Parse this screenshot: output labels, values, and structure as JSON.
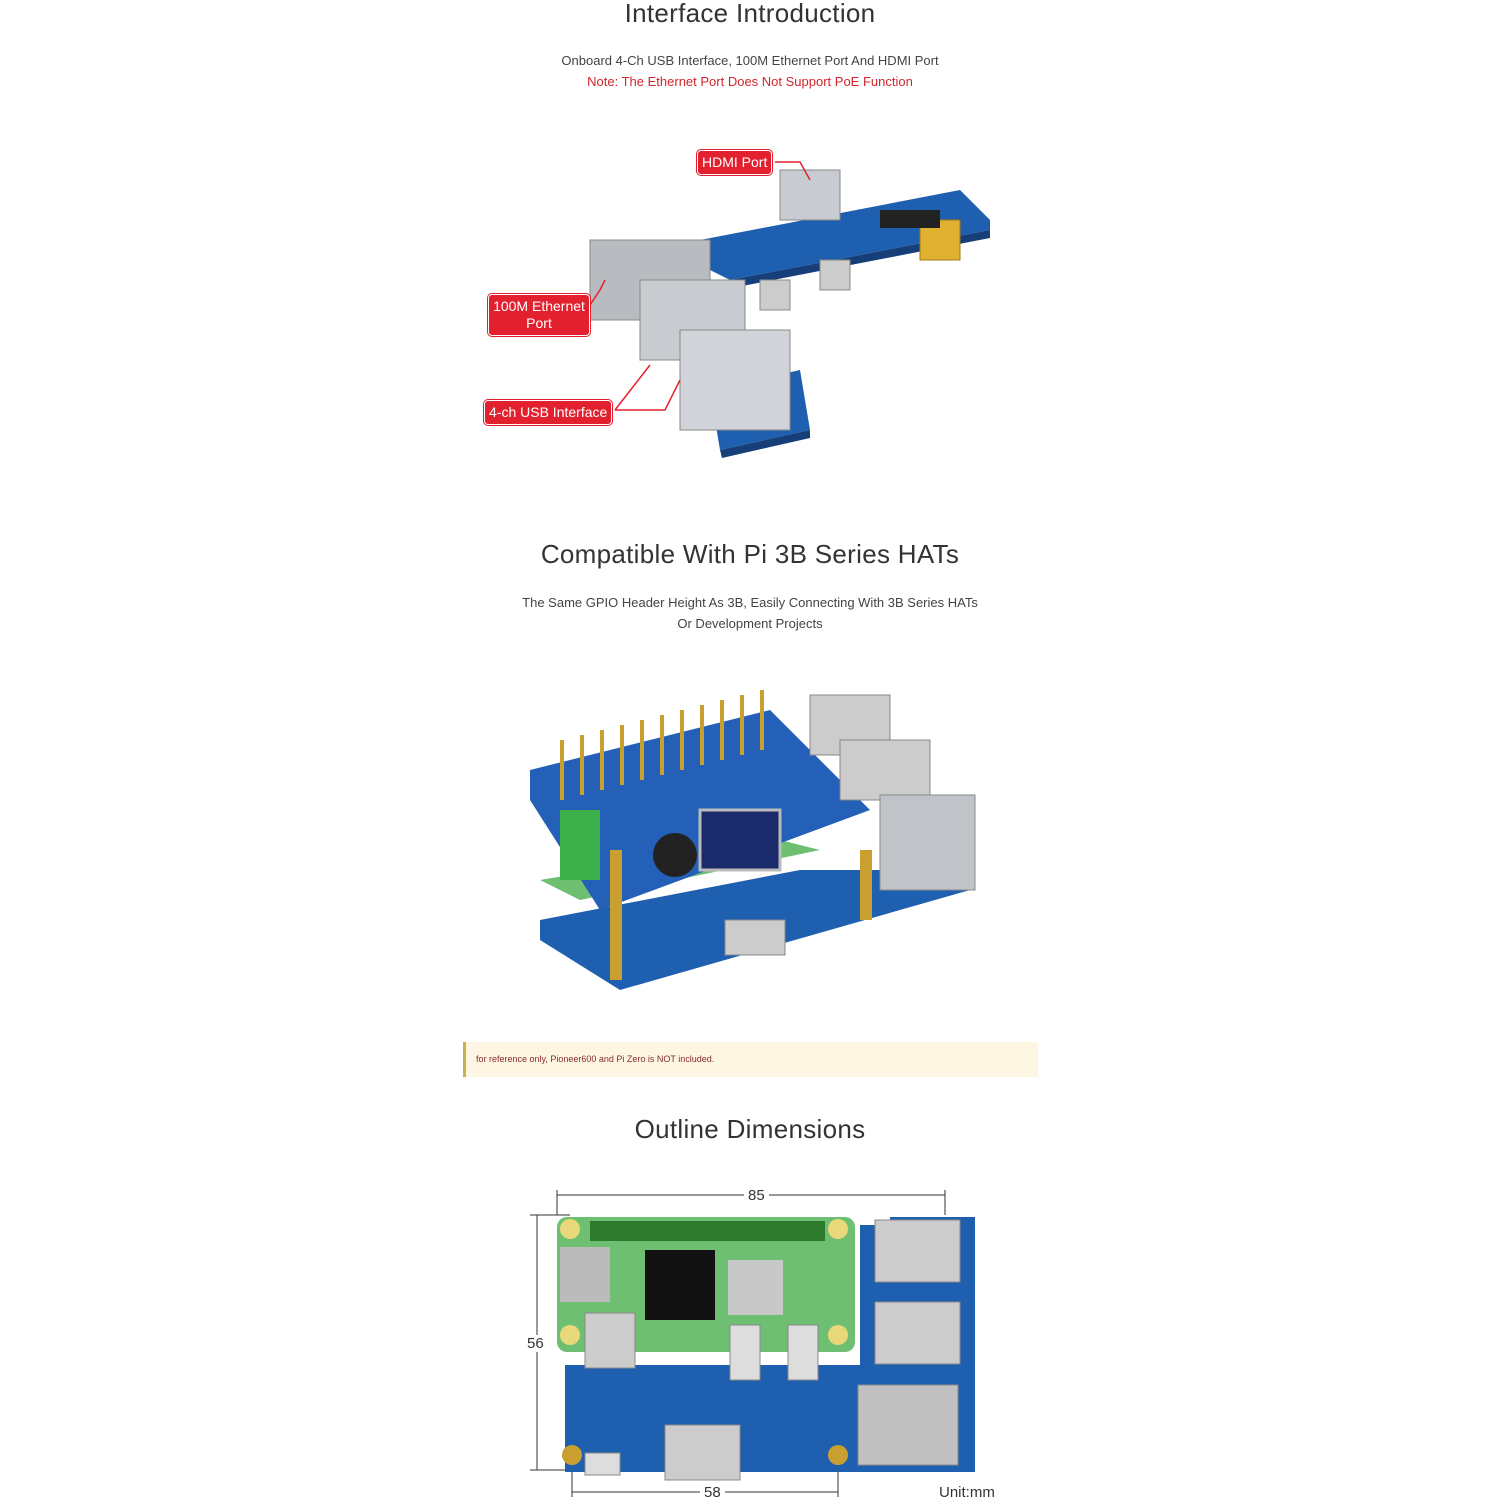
{
  "sections": [
    {
      "title": "Interface Introduction",
      "lines": [
        "Onboard 4-Ch USB Interface, 100M Ethernet Port And HDMI Port"
      ],
      "note": "Note: The Ethernet Port Does Not Support PoE Function",
      "callouts": {
        "hdmi": "HDMI Port",
        "ethernet_1": "100M Ethernet",
        "ethernet_2": "Port",
        "usb": "4-ch USB Interface"
      }
    },
    {
      "title": "Compatible With Pi 3B Series HATs",
      "lines": [
        "The Same GPIO Header Height As 3B, Easily Connecting With 3B Series HATs",
        "Or Development Projects"
      ],
      "disclaimer": "for reference only, Pioneer600 and Pi Zero is NOT included."
    },
    {
      "title": "Outline Dimensions",
      "dimensions": {
        "width": "85",
        "height": "56",
        "hole_spacing": "58",
        "unit": "Unit:mm"
      }
    }
  ],
  "colors": {
    "accent_red": "#e3202e",
    "board_blue": "#1f5fb0",
    "pi_green": "#6fbf73",
    "note_bg": "#fdf6e3"
  }
}
